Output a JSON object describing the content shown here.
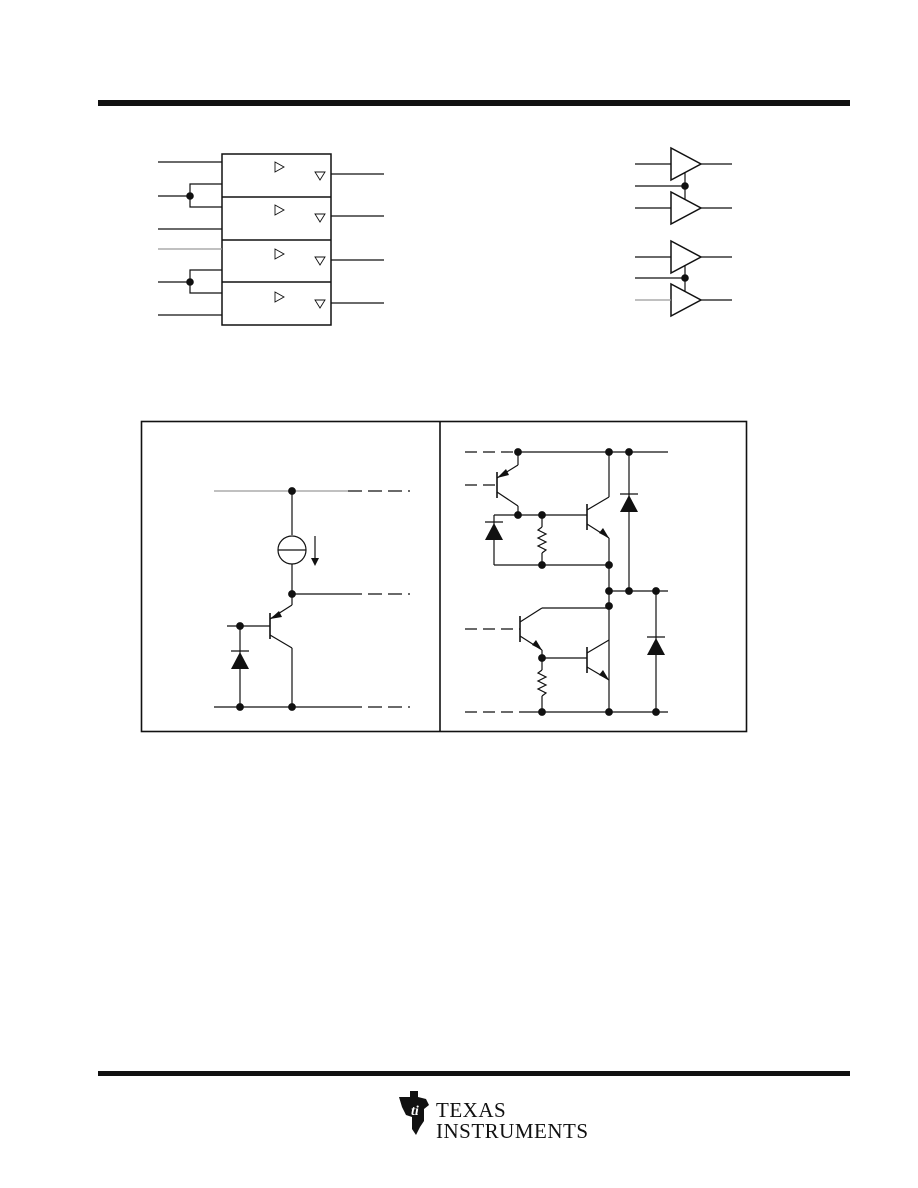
{
  "company": {
    "name_line1": "TEXAS",
    "name_line2": "INSTRUMENTS",
    "logo_icon": "texas-instruments-logo"
  },
  "figures": {
    "logic_symbol": {
      "gates": 4,
      "symbol": "open-collector-triangle"
    },
    "logic_diagram": {
      "buffers": 4
    },
    "equivalent_input": {
      "components": [
        "current-source",
        "pnp-transistor",
        "diode"
      ]
    },
    "typical_output": {
      "components": [
        "transistor",
        "diode",
        "resistor"
      ]
    }
  },
  "colors": {
    "line": "#111111",
    "light_line": "#9a9a9a"
  }
}
